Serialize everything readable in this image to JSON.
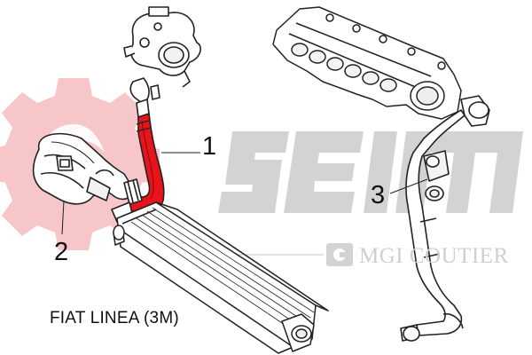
{
  "diagram": {
    "model": "FIAT LINEA (3M)",
    "callouts": [
      {
        "id": "1",
        "text": "1"
      },
      {
        "id": "2",
        "text": "2"
      },
      {
        "id": "3",
        "text": "3"
      }
    ],
    "watermark": {
      "brand": "SEIM",
      "sub": "MGI COUTIER"
    },
    "colors": {
      "highlight_hose": "#e8141c",
      "watermark_gear": "#f7c6c8",
      "watermark_text": "#d0d0d0",
      "line_art": "#222222"
    }
  }
}
